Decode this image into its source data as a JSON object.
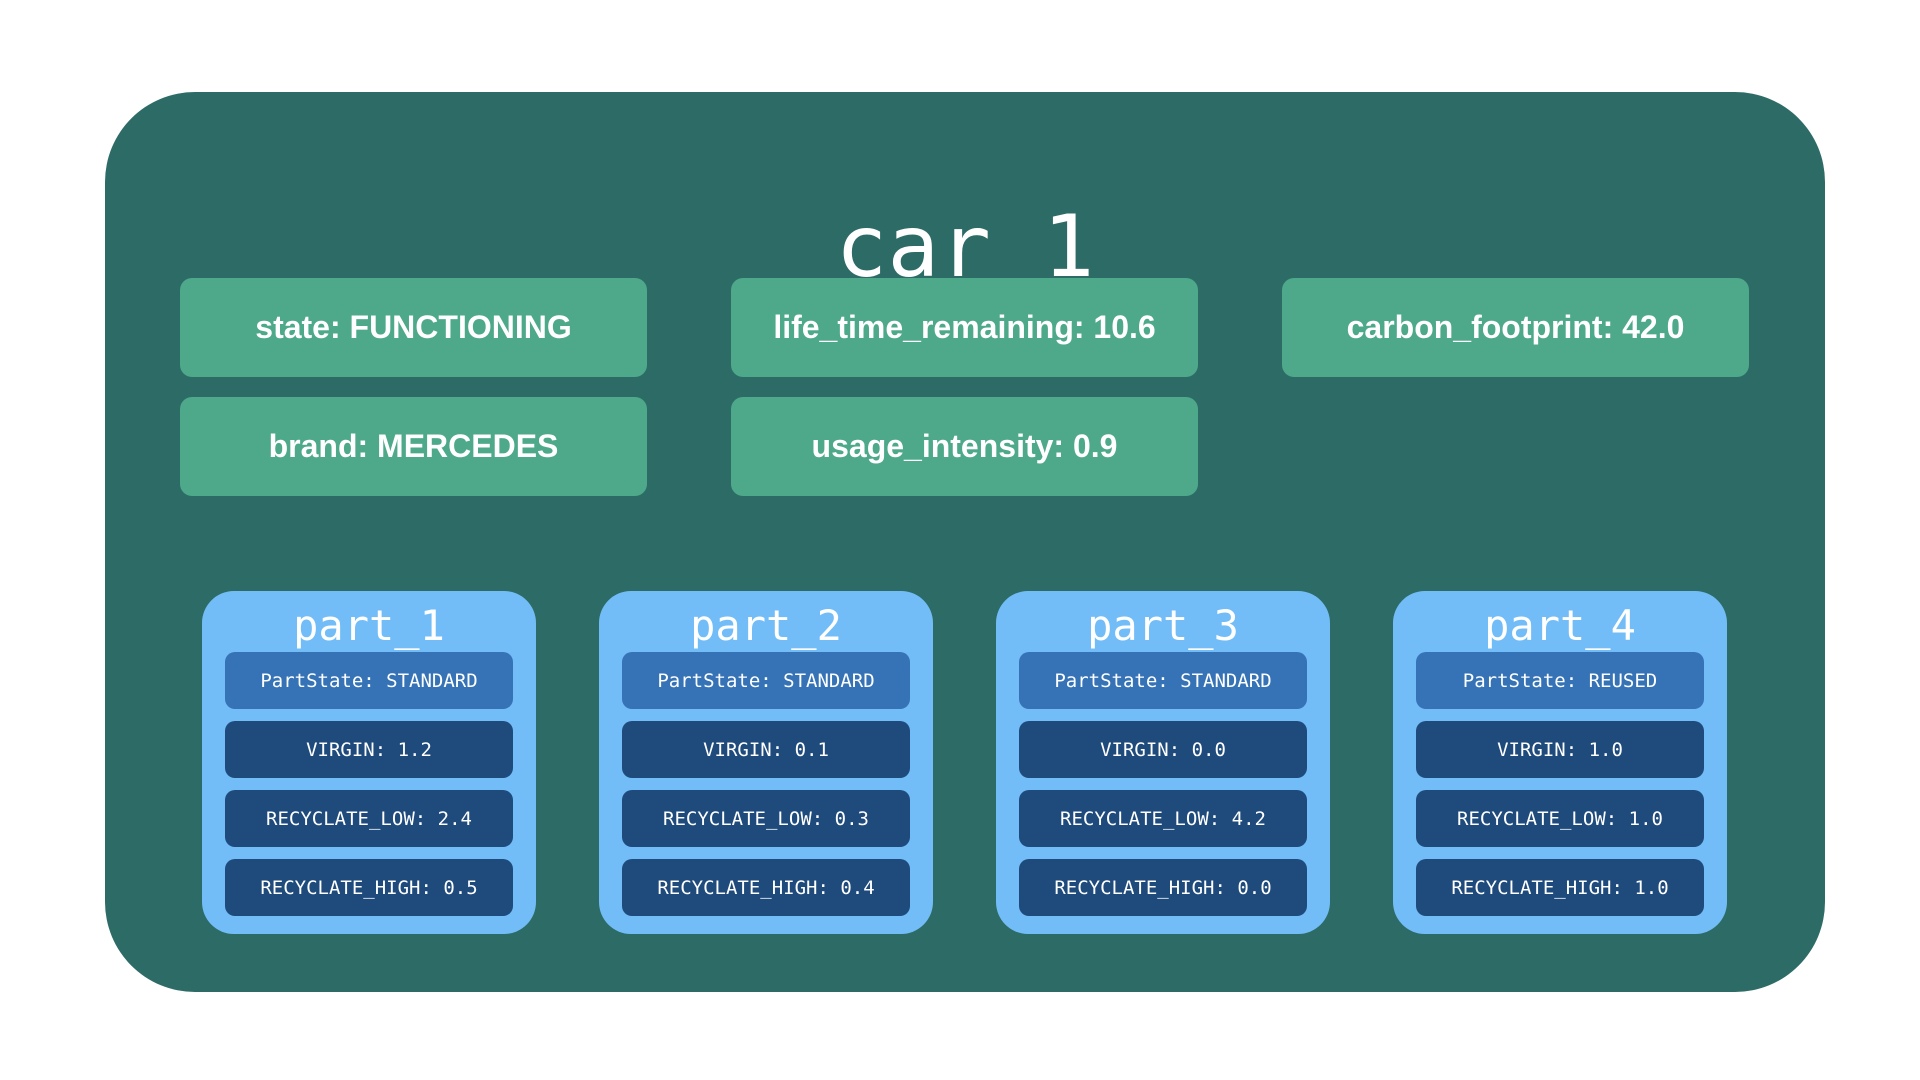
{
  "car": {
    "title": "car_1",
    "attributes": {
      "state": "state: FUNCTIONING",
      "life_time_remaining": "life_time_remaining: 10.6",
      "carbon_footprint": "carbon_footprint: 42.0",
      "brand": "brand: MERCEDES",
      "usage_intensity": "usage_intensity: 0.9"
    }
  },
  "parts": [
    {
      "title": "part_1",
      "part_state": "PartState: STANDARD",
      "virgin": "VIRGIN: 1.2",
      "recyclate_low": "RECYCLATE_LOW: 2.4",
      "recyclate_high": "RECYCLATE_HIGH: 0.5"
    },
    {
      "title": "part_2",
      "part_state": "PartState: STANDARD",
      "virgin": "VIRGIN: 0.1",
      "recyclate_low": "RECYCLATE_LOW: 0.3",
      "recyclate_high": "RECYCLATE_HIGH: 0.4"
    },
    {
      "title": "part_3",
      "part_state": "PartState: STANDARD",
      "virgin": "VIRGIN: 0.0",
      "recyclate_low": "RECYCLATE_LOW: 4.2",
      "recyclate_high": "RECYCLATE_HIGH: 0.0"
    },
    {
      "title": "part_4",
      "part_state": "PartState: REUSED",
      "virgin": "VIRGIN: 1.0",
      "recyclate_low": "RECYCLATE_LOW: 1.0",
      "recyclate_high": "RECYCLATE_HIGH: 1.0"
    }
  ],
  "colors": {
    "car_background": "#2d6b66",
    "attribute_background": "#4da98a",
    "part_background": "#72bdf7",
    "part_state_background": "#3573b6",
    "material_background": "#1e4a7c"
  }
}
